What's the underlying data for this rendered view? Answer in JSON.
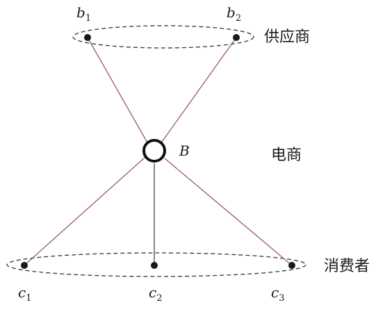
{
  "groups": {
    "suppliers": {
      "label": "供应商"
    },
    "platform": {
      "label": "电商"
    },
    "consumers": {
      "label": "消费者"
    }
  },
  "hub": {
    "label": "B"
  },
  "suppliers": [
    {
      "letter": "b",
      "index": "1"
    },
    {
      "letter": "b",
      "index": "2"
    }
  ],
  "consumers": [
    {
      "letter": "c",
      "index": "1"
    },
    {
      "letter": "c",
      "index": "2"
    },
    {
      "letter": "c",
      "index": "3"
    }
  ],
  "colors": {
    "edge": "#9b5a60",
    "node": "#1a1a1a",
    "ring": "#333333"
  }
}
